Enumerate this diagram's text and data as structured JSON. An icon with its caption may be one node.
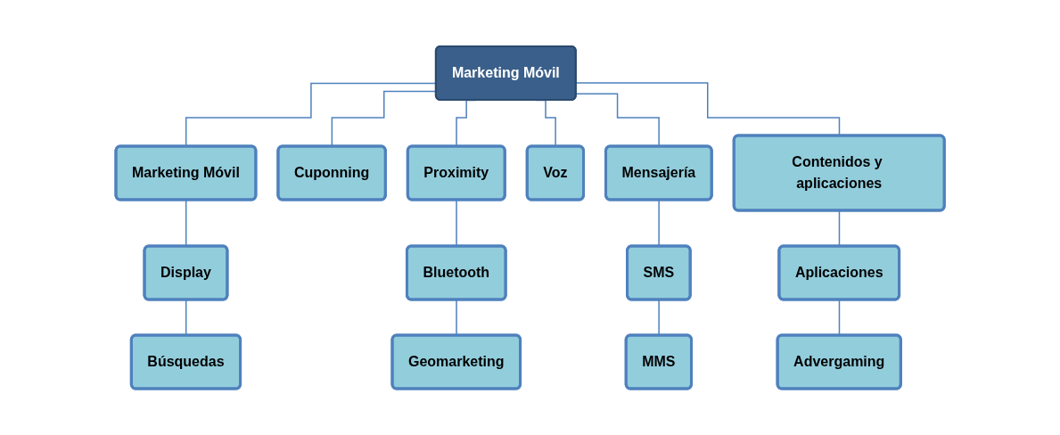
{
  "diagram": {
    "nodes": [
      {
        "text": [
          "Marketing Móvil"
        ]
      },
      {
        "text": [
          "Marketing Móvil"
        ]
      },
      {
        "text": [
          "Cuponning"
        ]
      },
      {
        "text": [
          "Proximity"
        ]
      },
      {
        "text": [
          "Voz"
        ]
      },
      {
        "text": [
          "Mensajería"
        ]
      },
      {
        "text": [
          "Contenidos y aplicaciones"
        ]
      },
      {
        "text": [
          "Display"
        ]
      },
      {
        "text": [
          "Búsquedas"
        ]
      },
      {
        "text": [
          "Bluetooth"
        ]
      },
      {
        "text": [
          "Geomarketing"
        ]
      },
      {
        "text": [
          "SMS"
        ]
      },
      {
        "text": [
          "MMS"
        ]
      },
      {
        "text": [
          "Aplicaciones"
        ]
      },
      {
        "text": [
          "Advergaming"
        ]
      }
    ],
    "edges": [
      {
        "from": 0,
        "to": 1,
        "arrow": "none"
      },
      {
        "from": 0,
        "to": 2,
        "arrow": "none"
      },
      {
        "from": 0,
        "to": 3,
        "arrow": "none"
      },
      {
        "from": 0,
        "to": 4,
        "arrow": "none"
      },
      {
        "from": 0,
        "to": 5,
        "arrow": "none"
      },
      {
        "from": 0,
        "to": 6,
        "arrow": "none"
      },
      {
        "from": 1,
        "to": 7,
        "arrow": "none"
      },
      {
        "from": 7,
        "to": 8,
        "arrow": "none"
      },
      {
        "from": 3,
        "to": 9,
        "arrow": "none"
      },
      {
        "from": 9,
        "to": 10,
        "arrow": "none"
      },
      {
        "from": 5,
        "to": 11,
        "arrow": "none"
      },
      {
        "from": 11,
        "to": 12,
        "arrow": "none"
      },
      {
        "from": 6,
        "to": 13,
        "arrow": "none"
      },
      {
        "from": 13,
        "to": 14,
        "arrow": "none"
      }
    ]
  }
}
